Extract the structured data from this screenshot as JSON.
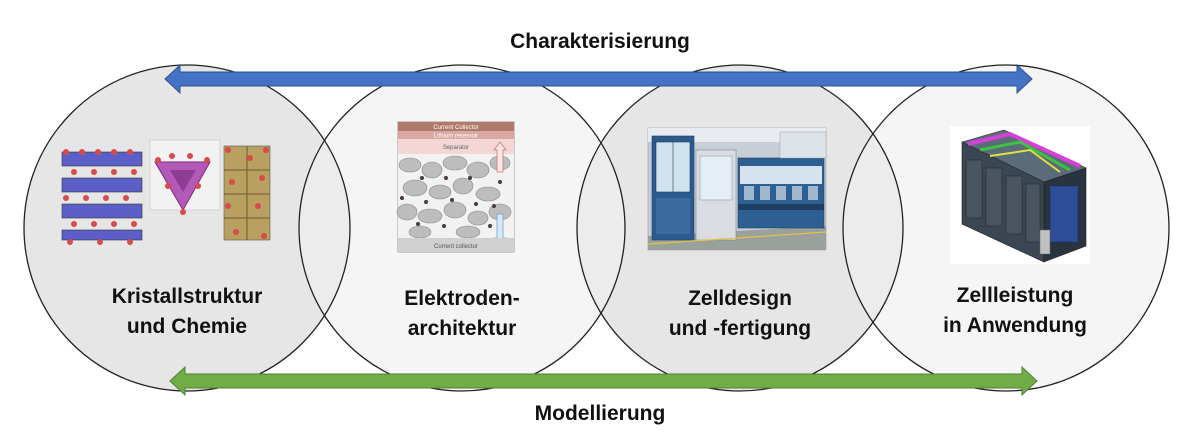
{
  "arrows": {
    "top_label": "Charakterisierung",
    "bottom_label": "Modellierung",
    "top_color": "#4472c4",
    "bottom_color": "#70ad47"
  },
  "stages": [
    {
      "label": "Kristallstruktur\nund Chemie",
      "image": "crystal-structure"
    },
    {
      "label": "Elektroden-\narchitektur",
      "image": "electrode-cross-section",
      "image_text": {
        "top1": "Current Collector",
        "top2": "Lithium reservoir",
        "top3": "Separator",
        "bottom": "Current collector"
      }
    },
    {
      "label": "Zelldesign\nund -fertigung",
      "image": "production-line"
    },
    {
      "label": "Zellleistung\nin Anwendung",
      "image": "battery-module"
    }
  ]
}
